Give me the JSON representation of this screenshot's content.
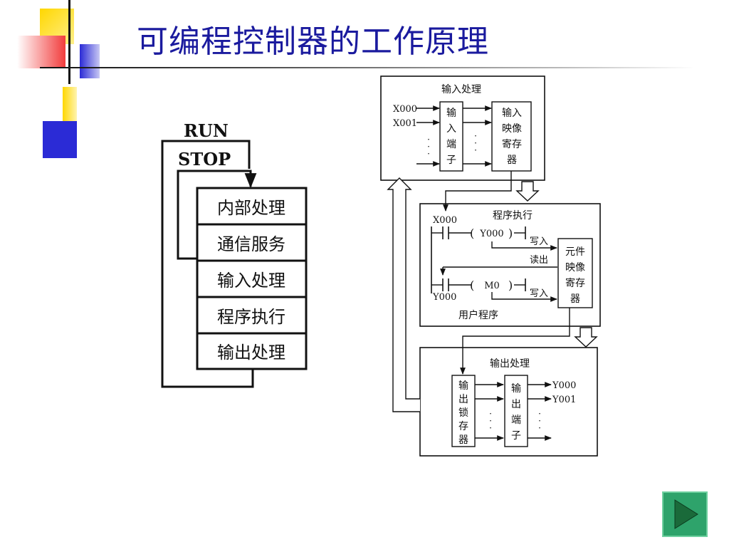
{
  "slide": {
    "title": "可编程控制器的工作原理"
  },
  "cycle": {
    "run": "RUN",
    "stop": "STOP",
    "steps": [
      "内部处理",
      "通信服务",
      "输入处理",
      "程序执行",
      "输出处理"
    ]
  },
  "input_stage": {
    "title": "输入处理",
    "inputs": [
      "X000",
      "X001"
    ],
    "terminal": [
      "输",
      "入",
      "端",
      "子"
    ],
    "image_register": [
      "输入",
      "映像",
      "寄存",
      "器"
    ]
  },
  "program_stage": {
    "title": "程序执行",
    "contact1": "X000",
    "coil1": "Y000",
    "contact2": "Y000",
    "coil2": "M0",
    "write1": "写入",
    "read": "读出",
    "write2": "写入",
    "element_register": [
      "元件",
      "映像",
      "寄存",
      "器"
    ],
    "user_program": "用户程序"
  },
  "output_stage": {
    "title": "输出处理",
    "latch": [
      "输",
      "出",
      "锁",
      "存",
      "器"
    ],
    "terminal": [
      "输",
      "出",
      "端",
      "子"
    ],
    "outputs": [
      "Y000",
      "Y001"
    ]
  },
  "colors": {
    "title": "#1a1a9e",
    "yellow": "#ffd700",
    "red": "#f23c3c",
    "blue": "#2b2bd6",
    "next_button": "#2ea36b"
  }
}
